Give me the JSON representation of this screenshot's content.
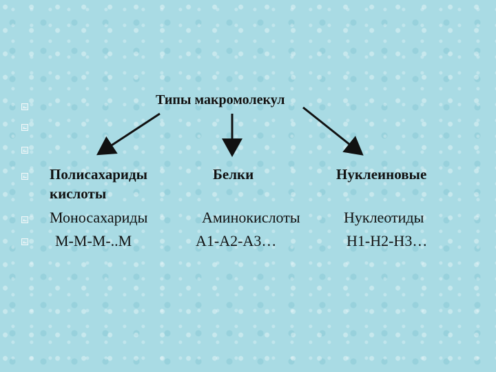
{
  "title": "Типы  макромолекул",
  "headers": {
    "left": "Полисахариды",
    "left_second_line": "кислоты",
    "center": "Белки",
    "right": "Нуклеиновые"
  },
  "monomers": {
    "left": "Моносахариды",
    "center": "Аминокислоты",
    "right": "Нуклеотиды"
  },
  "chains": {
    "left": "М-М-М-..М",
    "center": "А1-А2-А3…",
    "right": "Н1-Н2-Н3…"
  }
}
